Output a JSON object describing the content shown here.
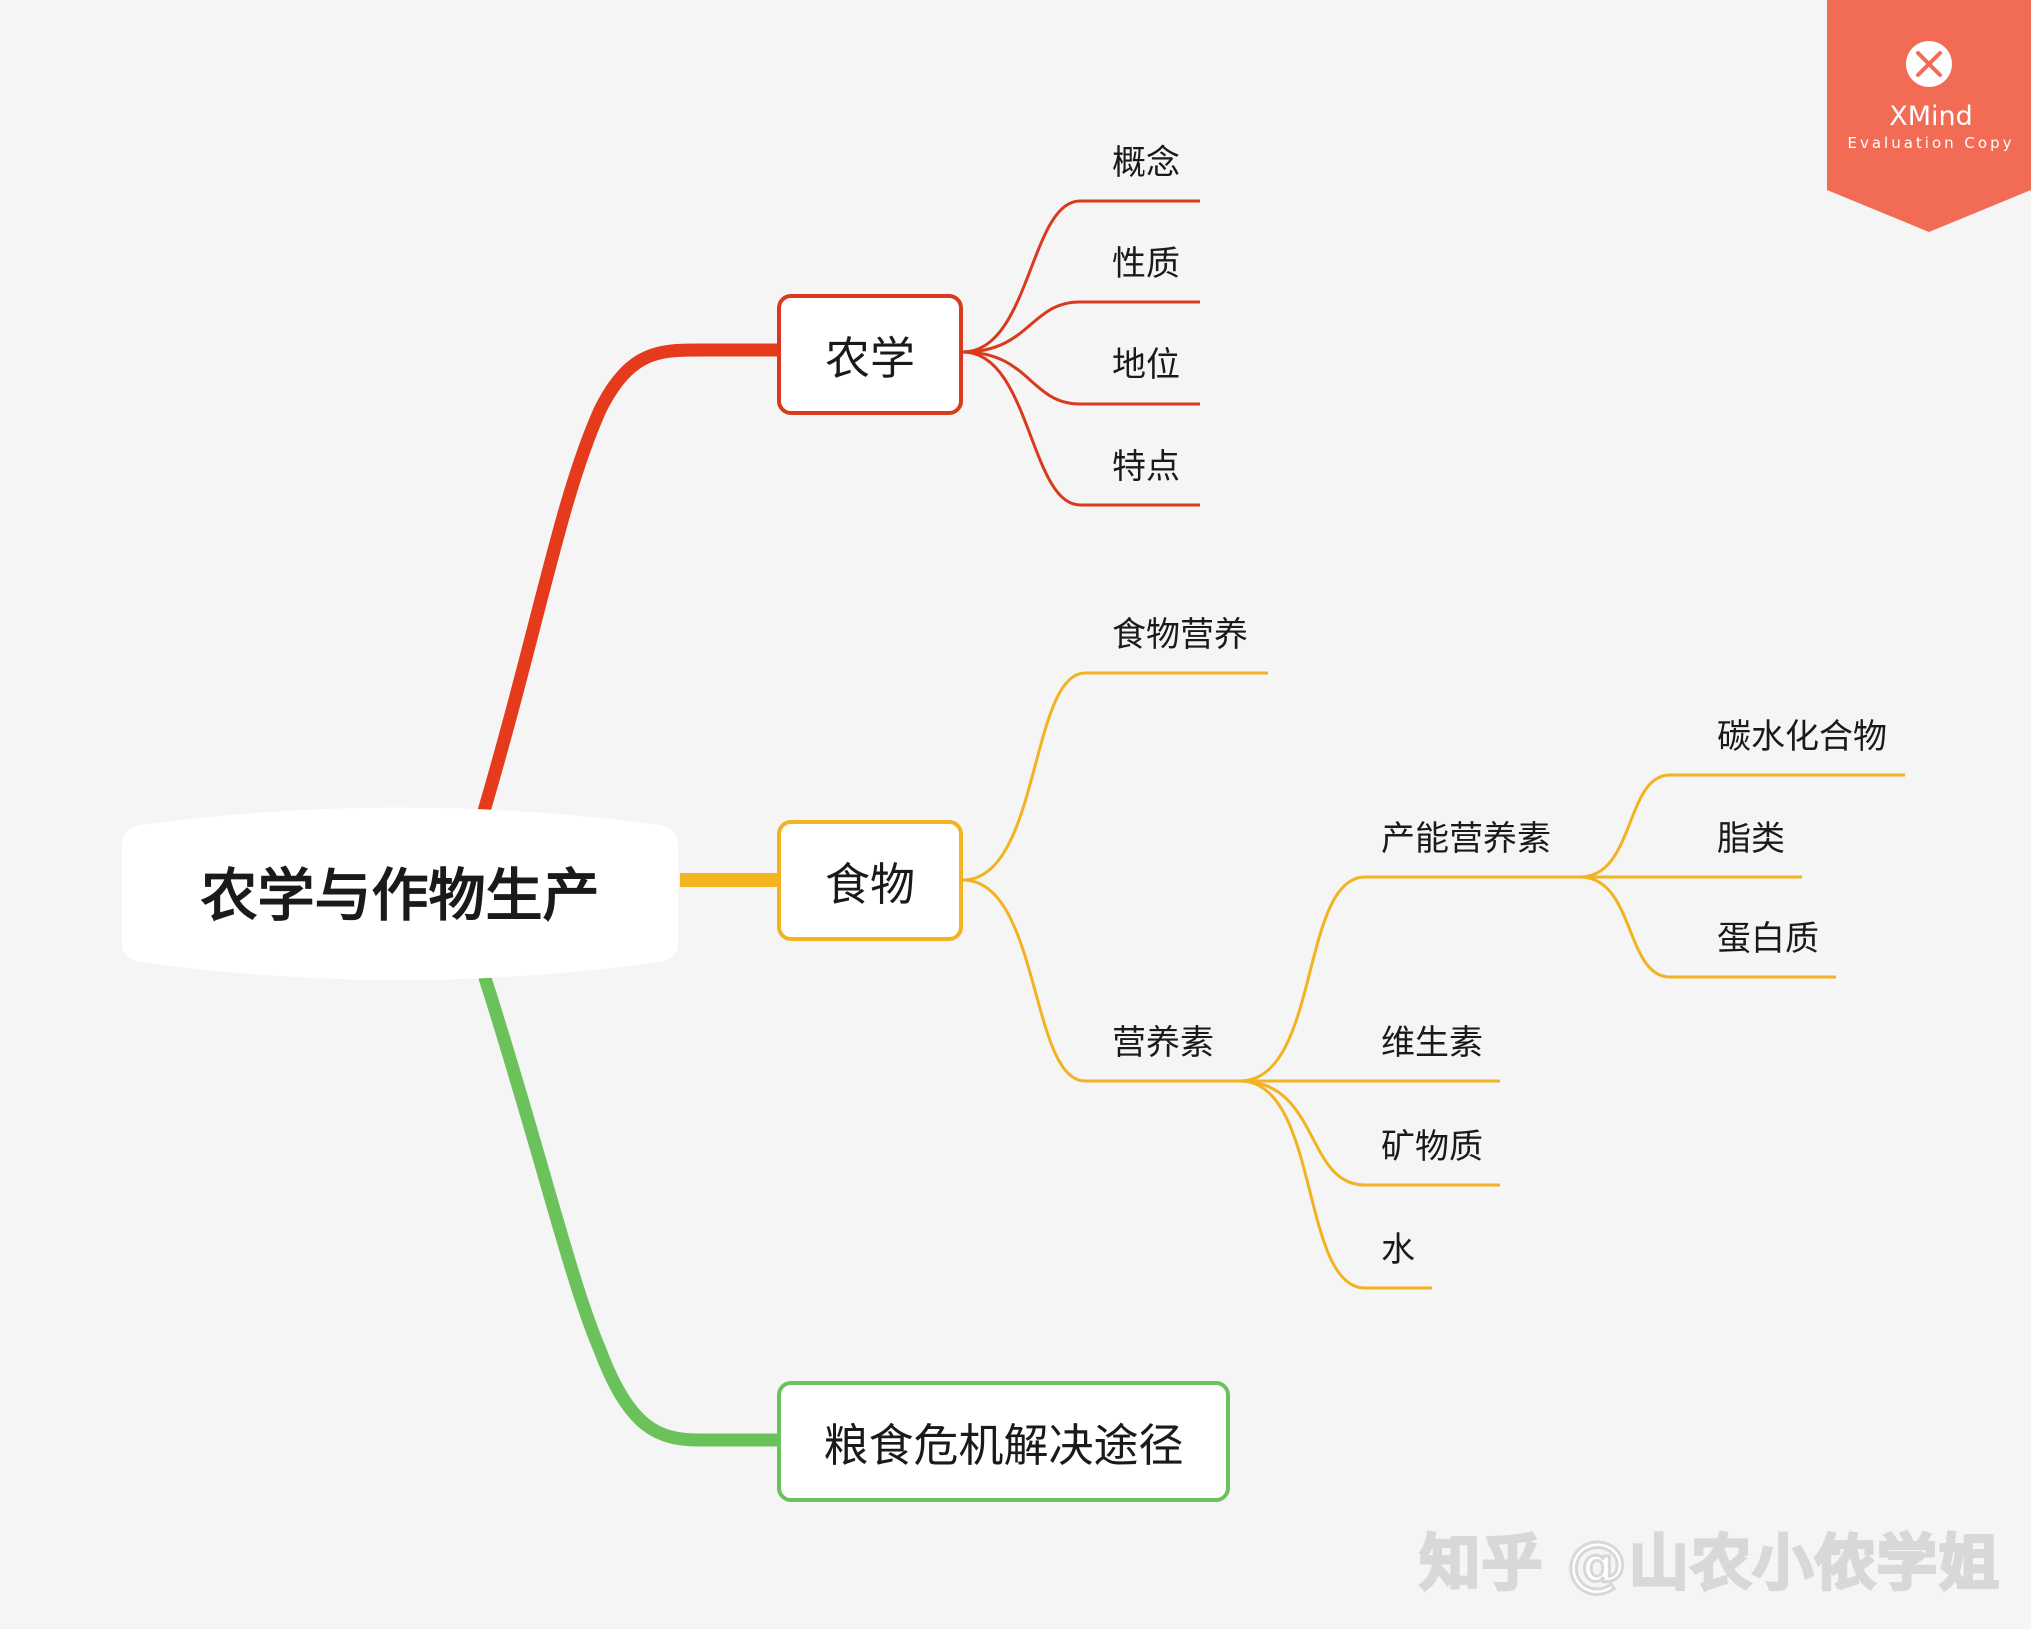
{
  "root": {
    "label": "农学与作物生产"
  },
  "branches": [
    {
      "label": "农学",
      "color": "#e63a1c",
      "children": [
        {
          "label": "概念"
        },
        {
          "label": "性质"
        },
        {
          "label": "地位"
        },
        {
          "label": "特点"
        }
      ]
    },
    {
      "label": "食物",
      "color": "#f5b522",
      "children": [
        {
          "label": "食物营养"
        },
        {
          "label": "营养素",
          "children": [
            {
              "label": "产能营养素",
              "children": [
                {
                  "label": "碳水化合物"
                },
                {
                  "label": "脂类"
                },
                {
                  "label": "蛋白质"
                }
              ]
            },
            {
              "label": "维生素"
            },
            {
              "label": "矿物质"
            },
            {
              "label": "水"
            }
          ]
        }
      ]
    },
    {
      "label": "粮食危机解决途径",
      "color": "#6cc25a",
      "children": []
    }
  ],
  "badge": {
    "brand": "XMind",
    "subtitle": "Evaluation Copy",
    "color": "#f26b55",
    "icon": "xmind-logo-icon"
  },
  "watermark": "知乎 @山农小侬学姐"
}
